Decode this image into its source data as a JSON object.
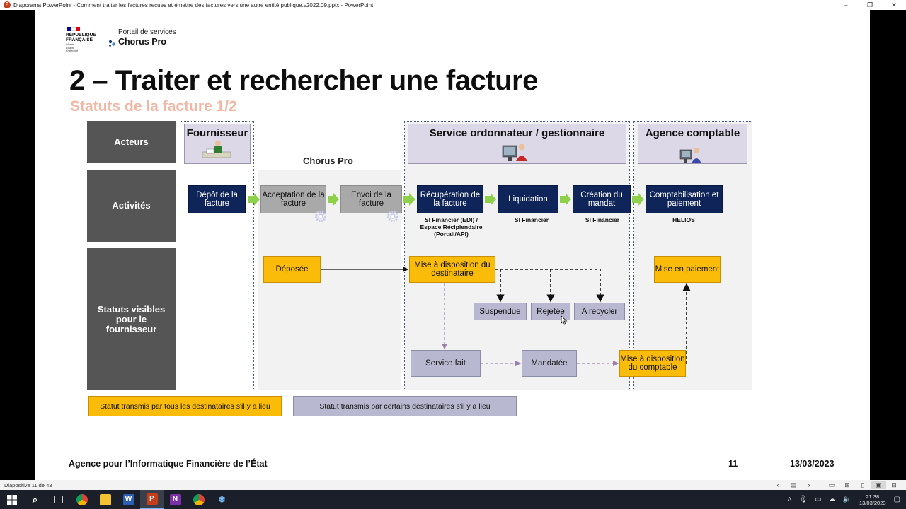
{
  "window": {
    "title": "Diaporama PowerPoint  -  Comment traiter les factures reçues et émettre des factures vers une autre entité publique.v2022.09.pptx  -  PowerPoint",
    "minimize": "–",
    "restore": "❐",
    "close": "✕"
  },
  "logo": {
    "rf_line1": "RÉPUBLIQUE",
    "rf_line2": "FRANÇAISE",
    "motto1": "Liberté",
    "motto2": "Égalité",
    "motto3": "Fraternité",
    "portal_sub": "Portail de services",
    "portal_name": "Chorus Pro",
    "flag_colors": [
      "#000091",
      "#ffffff",
      "#e1000f"
    ]
  },
  "slide": {
    "title": "2 – Traiter et rechercher une facture",
    "subtitle": "Statuts de la facture 1/2"
  },
  "diagram": {
    "row_headers": {
      "actors": "Acteurs",
      "activities": "Activités",
      "statuses_line1": "Statuts visibles",
      "statuses_line2": "pour le",
      "statuses_line3": "fournisseur"
    },
    "actors": {
      "supplier": "Fournisseur",
      "chorus": "Chorus Pro",
      "ordonnateur": "Service ordonnateur / gestionnaire",
      "comptable": "Agence comptable"
    },
    "activities": {
      "depot": "Dépôt de la facture",
      "acceptation": "Acceptation de la facture",
      "envoi": "Envoi de la facture",
      "recuperation": "Récupération de la facture",
      "liquidation": "Liquidation",
      "creation": "Création du mandat",
      "comptabilisation": "Comptabilisation et paiement"
    },
    "systems": {
      "recuperation_l1": "SI Financier (EDI) /",
      "recuperation_l2": "Espace Récipiendaire",
      "recuperation_l3": "(Portail/API)",
      "liquidation": "SI Financier",
      "creation": "SI Financier",
      "comptabilisation": "HELIOS"
    },
    "statuses": {
      "deposee": "Déposée",
      "mad_destinataire": "Mise à disposition du destinataire",
      "suspendue": "Suspendue",
      "rejetee": "Rejetée",
      "a_recycler": "A recycler",
      "service_fait": "Service fait",
      "mandatee": "Mandatée",
      "mad_comptable": "Mise à disposition du comptable",
      "mise_en_paiement": "Mise en paiement"
    },
    "legend": {
      "all": "Statut transmis par tous les destinataires s'il y a lieu",
      "some": "Statut transmis par certains  destinataires s'il y a lieu"
    },
    "colors": {
      "navy": "#0f2458",
      "yellow": "#fbbc09",
      "lavender": "#b8b9d0",
      "arrow_green": "#8fd04a",
      "header_gray": "#555555"
    }
  },
  "footer": {
    "agency": "Agence pour l’Informatique Financière de l’État",
    "page": "11",
    "date": "13/03/2023"
  },
  "statusbar": {
    "slide_count": "Diapositive 11 de 43"
  },
  "taskbar": {
    "time": "21:38",
    "date": "13/03/2023"
  }
}
